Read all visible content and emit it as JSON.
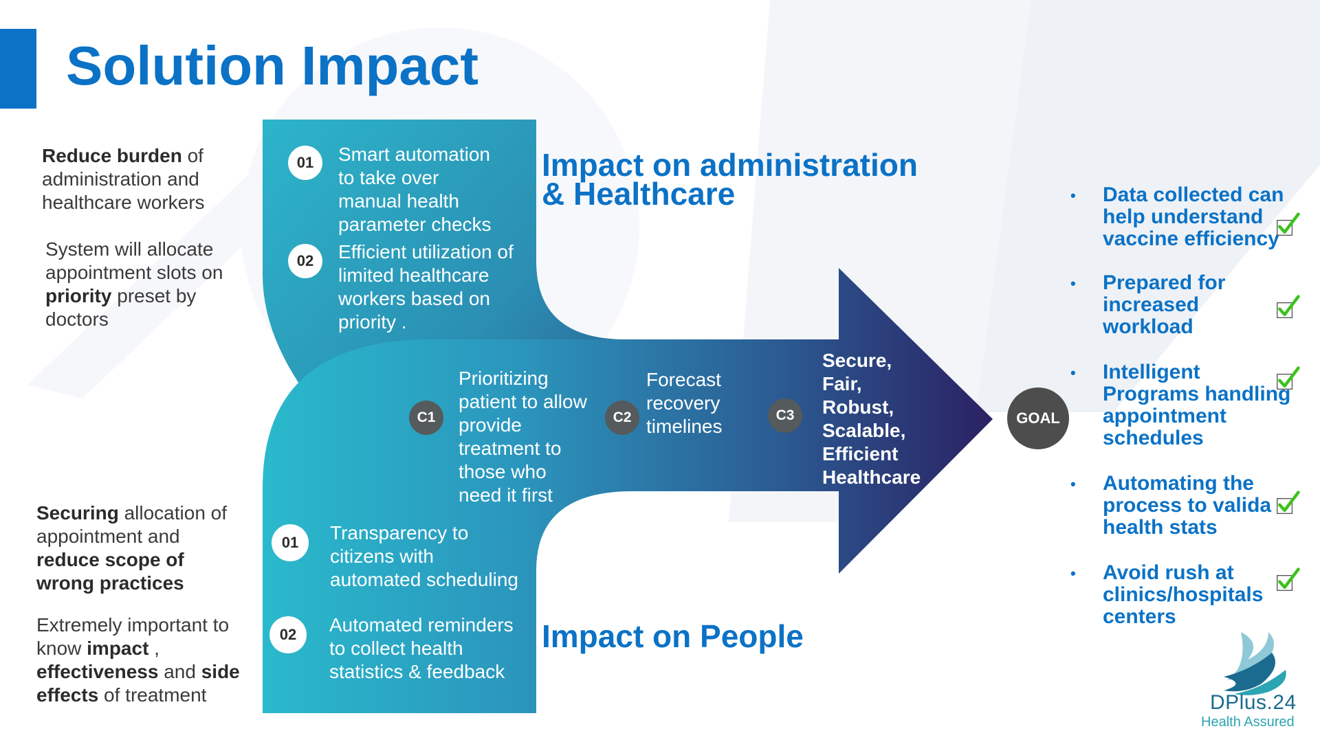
{
  "slide": {
    "title": "Solution Impact"
  },
  "colors": {
    "accent_blue": "#0b72c6",
    "teal": "#2bb3c9",
    "navy": "#2a2a66",
    "check_green": "#3cc21c"
  },
  "left_panel": {
    "top_block_1": {
      "bold": "Reduce burden",
      "rest": " of\nadministration and\nhealthcare workers"
    },
    "top_block_2": {
      "pre": "System will allocate\nappointment slots on\n",
      "bold": "priority",
      "post": " preset by\ndoctors"
    },
    "bottom_block_1": {
      "bold1": "Securing",
      "mid": " allocation of\nappointment and\n",
      "bold2": "reduce scope of\nwrong practices"
    },
    "bottom_block_2": {
      "pre": "Extremely important to\nknow ",
      "bold1": "impact",
      "mid1": " ,\n",
      "bold2": "effectiveness",
      "mid2": " and ",
      "bold3": "side\neffects",
      "post": " of treatment"
    }
  },
  "admin": {
    "heading": "Impact on administration\n& Healthcare",
    "items": [
      {
        "num": "01",
        "text": "Smart automation\nto take over\nmanual health\nparameter checks"
      },
      {
        "num": "02",
        "text": "Efficient utilization of\nlimited healthcare\nworkers based on\npriority ."
      }
    ]
  },
  "people": {
    "heading": "Impact on People",
    "items": [
      {
        "num": "01",
        "text": "Transparency to\ncitizens with\nautomated scheduling"
      },
      {
        "num": "02",
        "text": "Automated reminders\nto collect health\nstatistics & feedback"
      }
    ]
  },
  "arrow": {
    "c1": {
      "num": "C1",
      "text": "Prioritizing\npatient to allow\nprovide\ntreatment  to\nthose who\nneed it first"
    },
    "c2": {
      "num": "C2",
      "text": "Forecast\nrecovery\ntimelines"
    },
    "c3": {
      "num": "C3",
      "text": "Secure,\nFair,\nRobust,\nScalable,\nEfficient\nHealthcare"
    }
  },
  "goal": {
    "label": "GOAL",
    "items": [
      "Data collected can\nhelp understand\nvaccine efficiency",
      "Prepared for\nincreased\nworkload",
      "Intelligent\nPrograms handling\nappointment\nschedules",
      "Automating the\nprocess to valida\nhealth stats",
      "Avoid rush at\nclinics/hospitals\ncenters"
    ],
    "bullet": "•",
    "check_icon": "check-box-icon"
  },
  "logo": {
    "name": "DPlus.24",
    "tagline": "Health Assured"
  }
}
